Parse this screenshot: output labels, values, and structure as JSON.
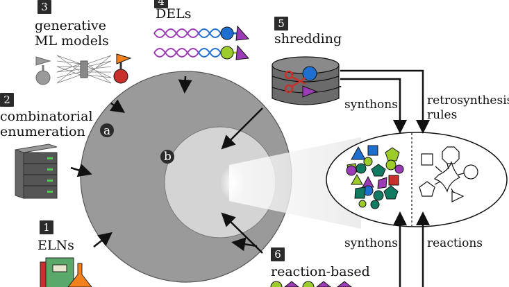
{
  "steps": [
    {
      "number": "3",
      "label_line1": "generative",
      "label_line2": "ML models"
    },
    {
      "number": "4",
      "label_line1": "DELs"
    },
    {
      "number": "5",
      "label_line1": "shredding"
    },
    {
      "number": "2",
      "label_line1": "combinatorial",
      "label_line2": "enumeration"
    },
    {
      "number": "1",
      "label_line1": "ELNs"
    },
    {
      "number": "6",
      "label_line1": "reaction-based"
    }
  ],
  "regions": {
    "outer": "a",
    "inner": "b"
  },
  "flow_labels": {
    "synthons_top": "synthons",
    "retro_line1": "retrosynthesis",
    "retro_line2": "rules",
    "synthons_bottom": "synthons",
    "reactions": "reactions"
  },
  "colors": {
    "outer_circle": "#9a9a9a",
    "inner_circle": "#d4d4d4",
    "purple": "#9b3bb5",
    "blue": "#1f6fd1",
    "green": "#9ccc2a",
    "teal": "#127a60",
    "red": "#c9302c",
    "orange": "#f2811d"
  }
}
